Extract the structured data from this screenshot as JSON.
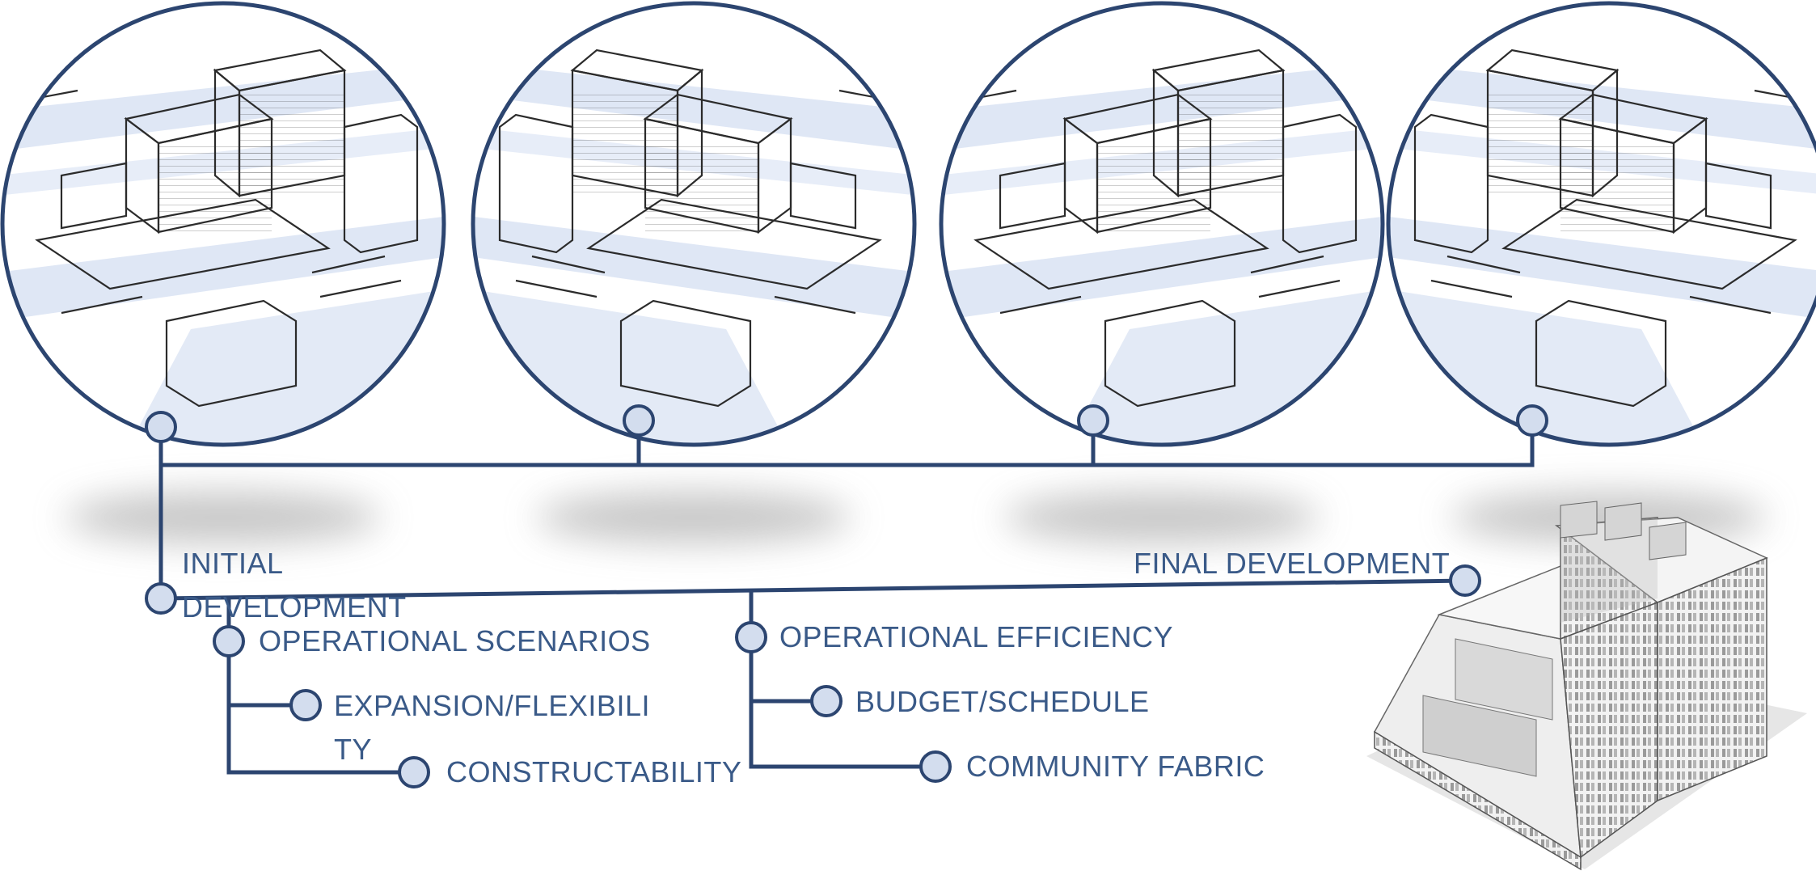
{
  "colors": {
    "line": "#2c4570",
    "node_fill": "#d3ddee",
    "text": "#3a5a88",
    "sketch_bg": "#dfe7f5",
    "shadow": "#9a9a9a"
  },
  "images": [
    {
      "name": "sketch-option-1",
      "description": "hand-drawn massing sketch option 1"
    },
    {
      "name": "sketch-option-2",
      "description": "hand-drawn massing sketch option 2"
    },
    {
      "name": "sketch-option-3",
      "description": "hand-drawn massing sketch option 3"
    },
    {
      "name": "sketch-option-4",
      "description": "hand-drawn massing sketch option 4"
    },
    {
      "name": "final-building-model",
      "description": "isometric rendering of final building"
    }
  ],
  "labels": {
    "initial_development": "INITIAL DEVELOPMENT",
    "final_development": "FINAL DEVELOPMENT",
    "operational_scenarios": "OPERATIONAL SCENARIOS",
    "expansion_flexibility": "EXPANSION/FLEXIBILITY",
    "constructability": "CONSTRUCTABILITY",
    "operational_efficiency": "OPERATIONAL EFFICIENCY",
    "budget_schedule": "BUDGET/SCHEDULE",
    "community_fabric": "COMMUNITY FABRIC"
  }
}
